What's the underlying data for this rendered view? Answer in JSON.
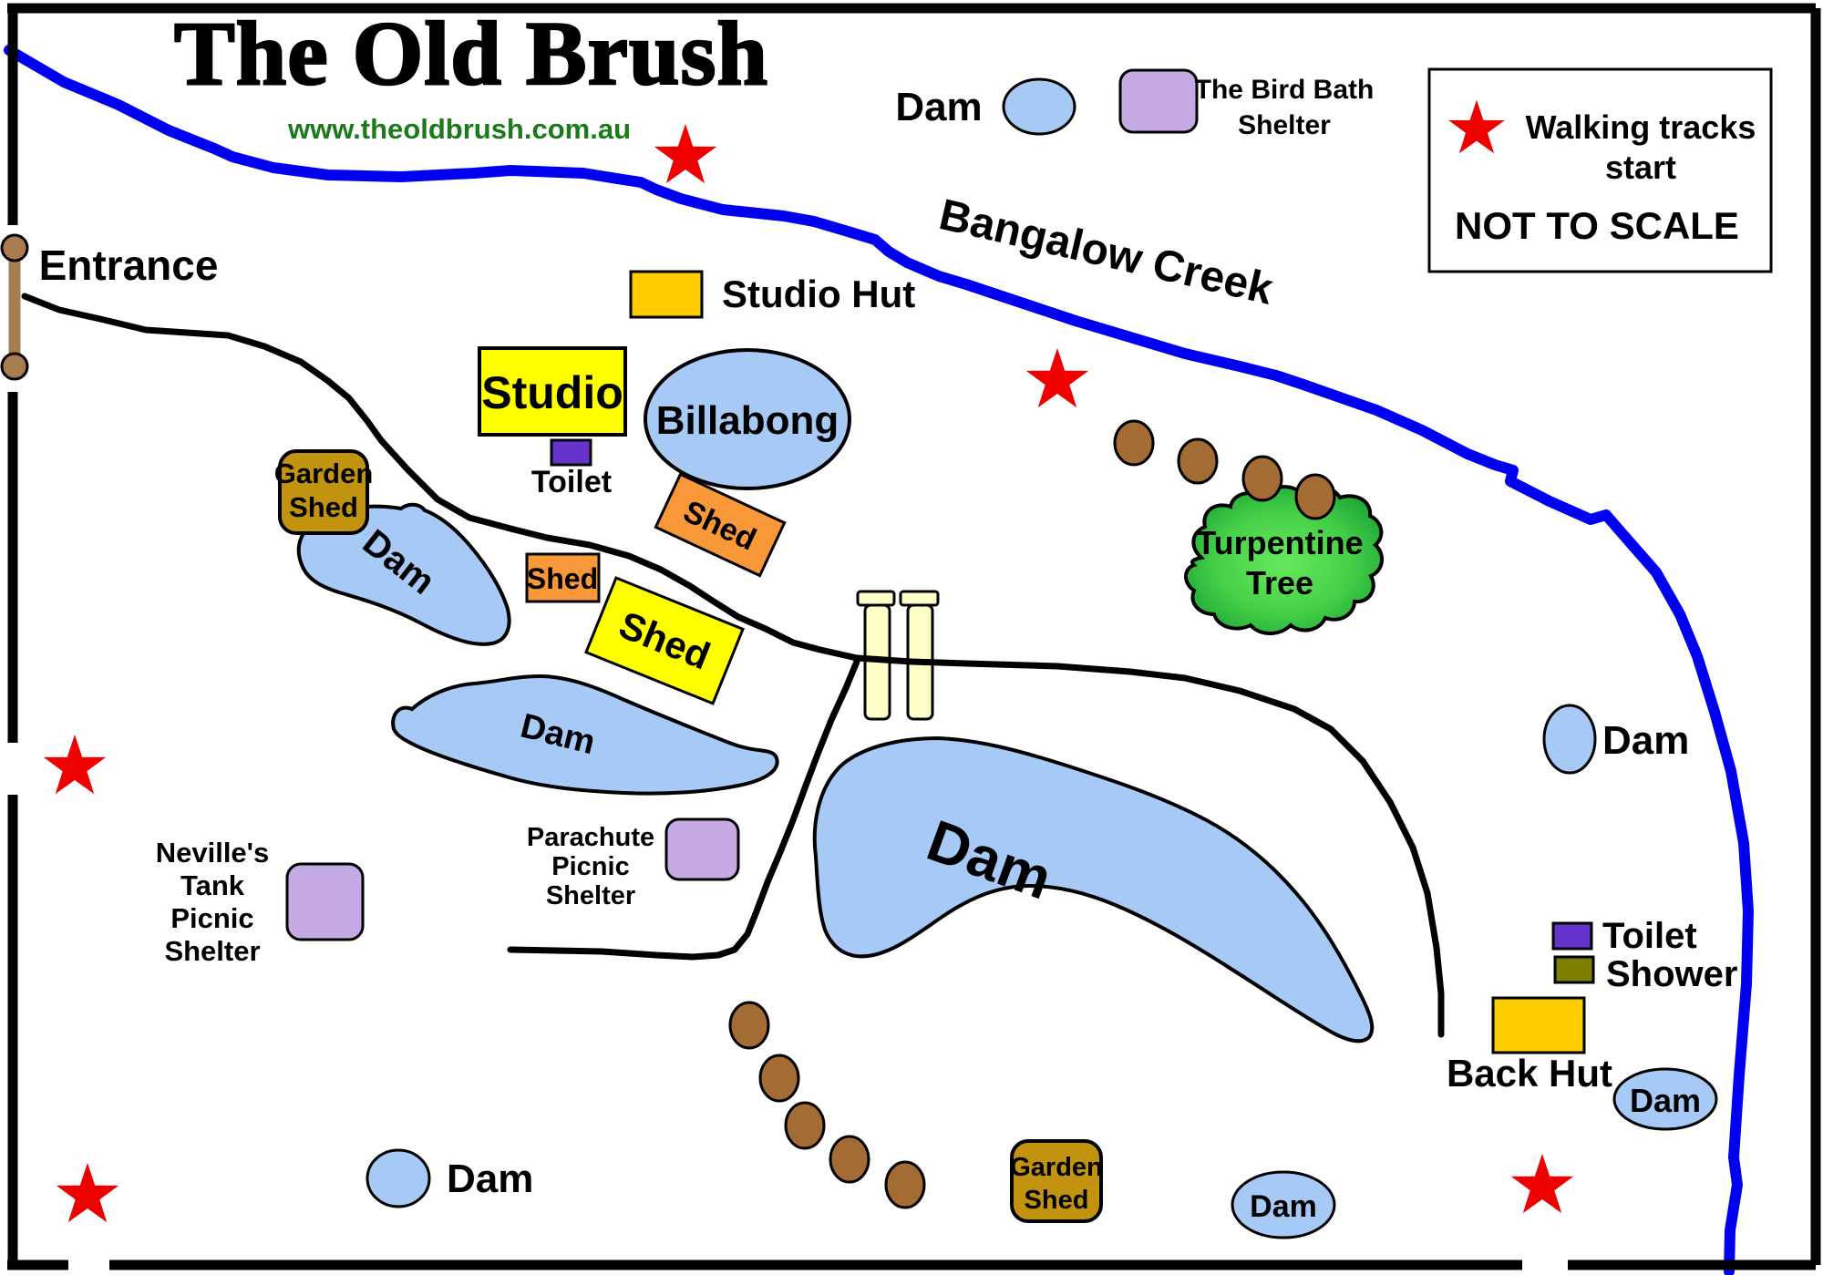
{
  "title": "The Old Brush",
  "website": "www.theoldbrush.com.au",
  "legend": {
    "dam_label": "Dam",
    "bird_bath_line1": "The Bird Bath",
    "bird_bath_line2": "Shelter",
    "walking_line1": "Walking tracks",
    "walking_line2": "start",
    "scale_note": "NOT TO SCALE"
  },
  "entrance_label": "Entrance",
  "creek_label": "Bangalow Creek",
  "buildings": {
    "studio_hut_label": "Studio Hut",
    "studio_label": "Studio",
    "toilet_studio_label": "Toilet",
    "shed_orange_a_label": "Shed",
    "shed_orange_b_label": "Shed",
    "shed_yellow_label": "Shed",
    "garden_shed_top_line1": "Garden",
    "garden_shed_top_line2": "Shed",
    "garden_shed_bottom_line1": "Garden",
    "garden_shed_bottom_line2": "Shed",
    "back_hut_label": "Back Hut",
    "toilet_back_label": "Toilet",
    "shower_label": "Shower"
  },
  "water": {
    "billabong_label": "Billabong",
    "dam_blob1_label": "Dam",
    "dam_blob2_label": "Dam",
    "dam_big_label": "Dam",
    "dam_right_label": "Dam",
    "dam_back_hut_label": "Dam",
    "dam_bottom_middle_label": "Dam",
    "dam_bottom_left_label": "Dam"
  },
  "shelters": {
    "neville_line1": "Neville's",
    "neville_line2": "Tank",
    "neville_line3": "Picnic",
    "neville_line4": "Shelter",
    "parachute_line1": "Parachute",
    "parachute_line2": "Picnic",
    "parachute_line3": "Shelter"
  },
  "tree": {
    "line1": "Turpentine",
    "line2": "Tree"
  },
  "colors": {
    "title_green": "#1b7a1b",
    "entrance_red": "#ff0000",
    "star_red": "#ee0000",
    "creek_blue": "#0000f0",
    "water_blue": "#a6c9f5",
    "gold": "#ffcc00",
    "yellow": "#ffff00",
    "orange": "#f89838",
    "dark_gold": "#c1930f",
    "light_purple": "#c5aae3",
    "toilet_purple": "#6633cc",
    "olive": "#7e7e00",
    "cream": "#ffffc8",
    "dot_brown": "#a36c35",
    "gate_brown": "#a97c50",
    "tree_light": "#66e95c",
    "tree_dark": "#17a034"
  }
}
